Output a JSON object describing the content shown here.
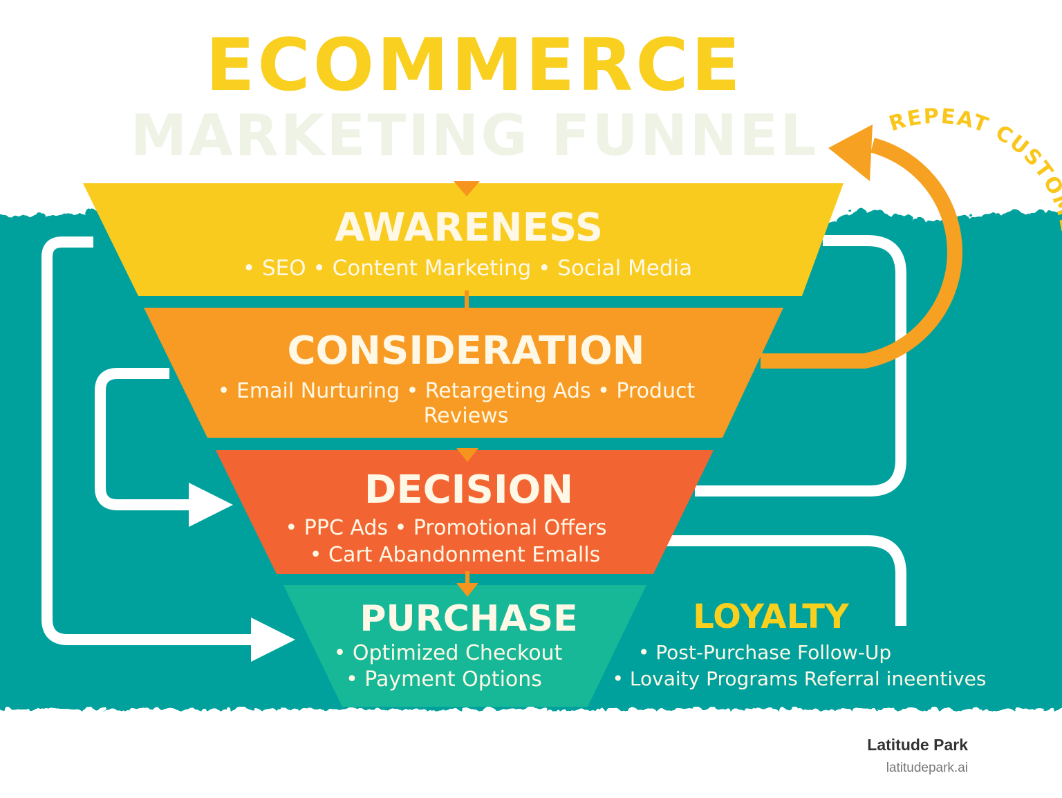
{
  "title": {
    "line1": "ECOMMERCE",
    "line2": "MARKETING FUNNEL"
  },
  "stages": [
    {
      "name": "AWARENESS",
      "lines": [
        "• SEO • Content Marketing • Social Media"
      ],
      "color": "#F9CB1F"
    },
    {
      "name": "CONSIDERATION",
      "lines": [
        "• Email Nurturing • Retargeting Ads • Product",
        "Reviews"
      ],
      "color": "#F89B24"
    },
    {
      "name": "DECISION",
      "lines": [
        "• PPC Ads • Promotional Offers",
        "• Cart Abandonment Emalls"
      ],
      "color": "#F26532"
    },
    {
      "name": "PURCHASE",
      "lines": [
        "• Optimized Checkout",
        "• Payment Options"
      ],
      "color": "#17B897"
    }
  ],
  "loyalty": {
    "name": "LOYALTY",
    "lines": [
      "• Post-Purchase Follow-Up",
      "• Lovaity Programs  Referral ineentives"
    ]
  },
  "repeat_label": "REPEAT CUSTOMERS",
  "footer": {
    "brand": "Latitude Park",
    "url": "latitudepark.ai"
  },
  "colors": {
    "teal": "#00A19D",
    "title_yellow": "#F9CF20",
    "arrow_orange": "#F7A122"
  }
}
